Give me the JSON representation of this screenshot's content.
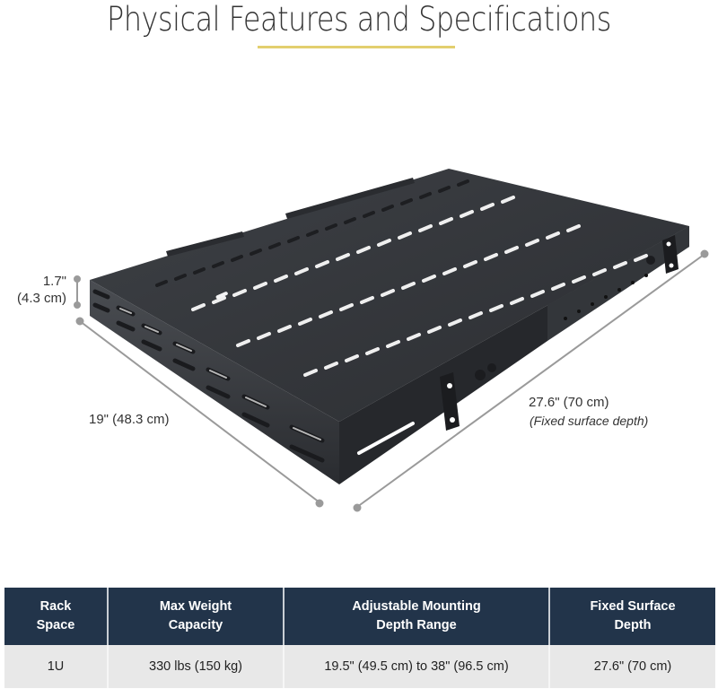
{
  "header": {
    "title": "Physical Features and Specifications",
    "underline_color": "#e3cf6e"
  },
  "product": {
    "image_alt": "1U adjustable depth rack shelf, black vented steel",
    "dimensions": {
      "height": "1.7\"",
      "height_metric": "(4.3 cm)",
      "width": "19\" (48.3 cm)",
      "depth": "27.6\" (70 cm)",
      "depth_note": "(Fixed surface depth)"
    }
  },
  "spec_table": {
    "header_color": "#22344a",
    "columns": [
      {
        "line1": "Rack",
        "line2": "Space"
      },
      {
        "line1": "Max Weight",
        "line2": "Capacity"
      },
      {
        "line1": "Adjustable Mounting",
        "line2": "Depth Range"
      },
      {
        "line1": "Fixed Surface",
        "line2": "Depth"
      }
    ],
    "row": [
      "1U",
      "330 lbs (150 kg)",
      "19.5\" (49.5 cm) to 38\" (96.5 cm)",
      "27.6\" (70 cm)"
    ]
  }
}
